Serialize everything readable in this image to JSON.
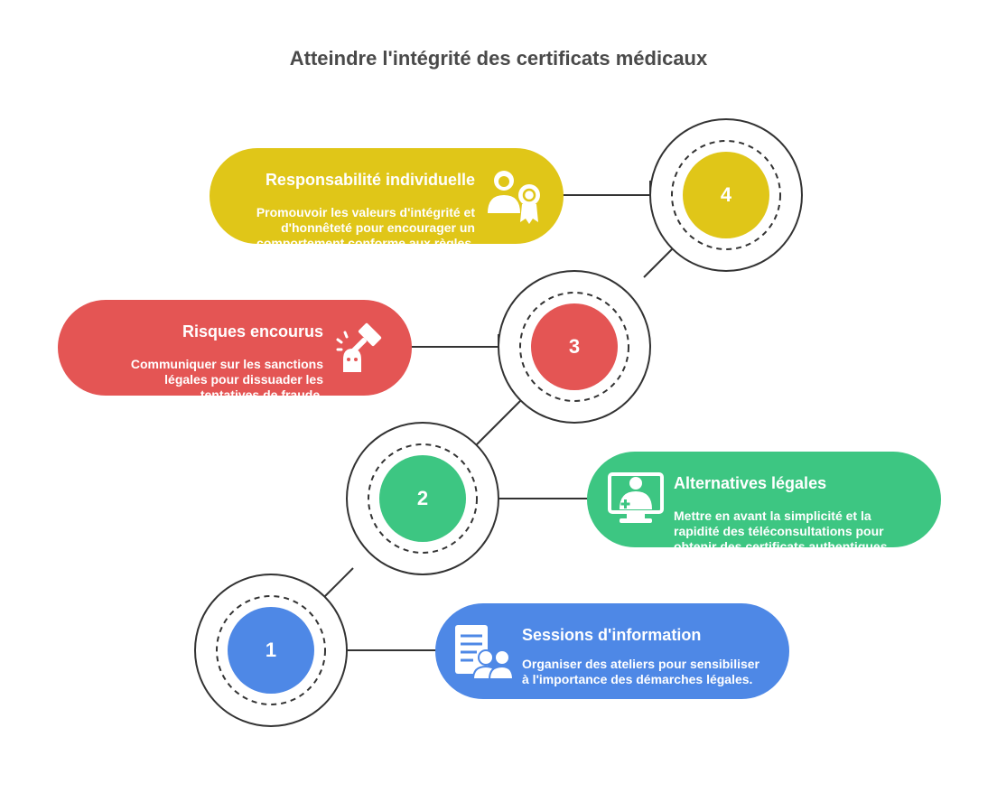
{
  "title": "Atteindre l'intégrité des certificats médicaux",
  "colors": {
    "yellow": "#e0c618",
    "red": "#e45554",
    "green": "#3dc682",
    "blue": "#4e88e6",
    "stroke": "#333333"
  },
  "steps": [
    {
      "number": "1",
      "title": "Sessions d'information",
      "description": "Organiser des ateliers pour sensibiliser à l'importance des démarches légales.",
      "icon": "document-group-icon"
    },
    {
      "number": "2",
      "title": "Alternatives légales",
      "description": "Mettre en avant la simplicité et la rapidité des téléconsultations pour obtenir des certificats authentiques.",
      "icon": "telemedicine-icon"
    },
    {
      "number": "3",
      "title": "Risques encourus",
      "description": "Communiquer sur les sanctions légales pour dissuader les tentatives de fraude.",
      "icon": "gavel-icon"
    },
    {
      "number": "4",
      "title": "Responsabilité individuelle",
      "description": "Promouvoir les valeurs d'intégrité et d'honnêteté pour encourager un comportement conforme aux règles.",
      "icon": "person-award-icon"
    }
  ]
}
